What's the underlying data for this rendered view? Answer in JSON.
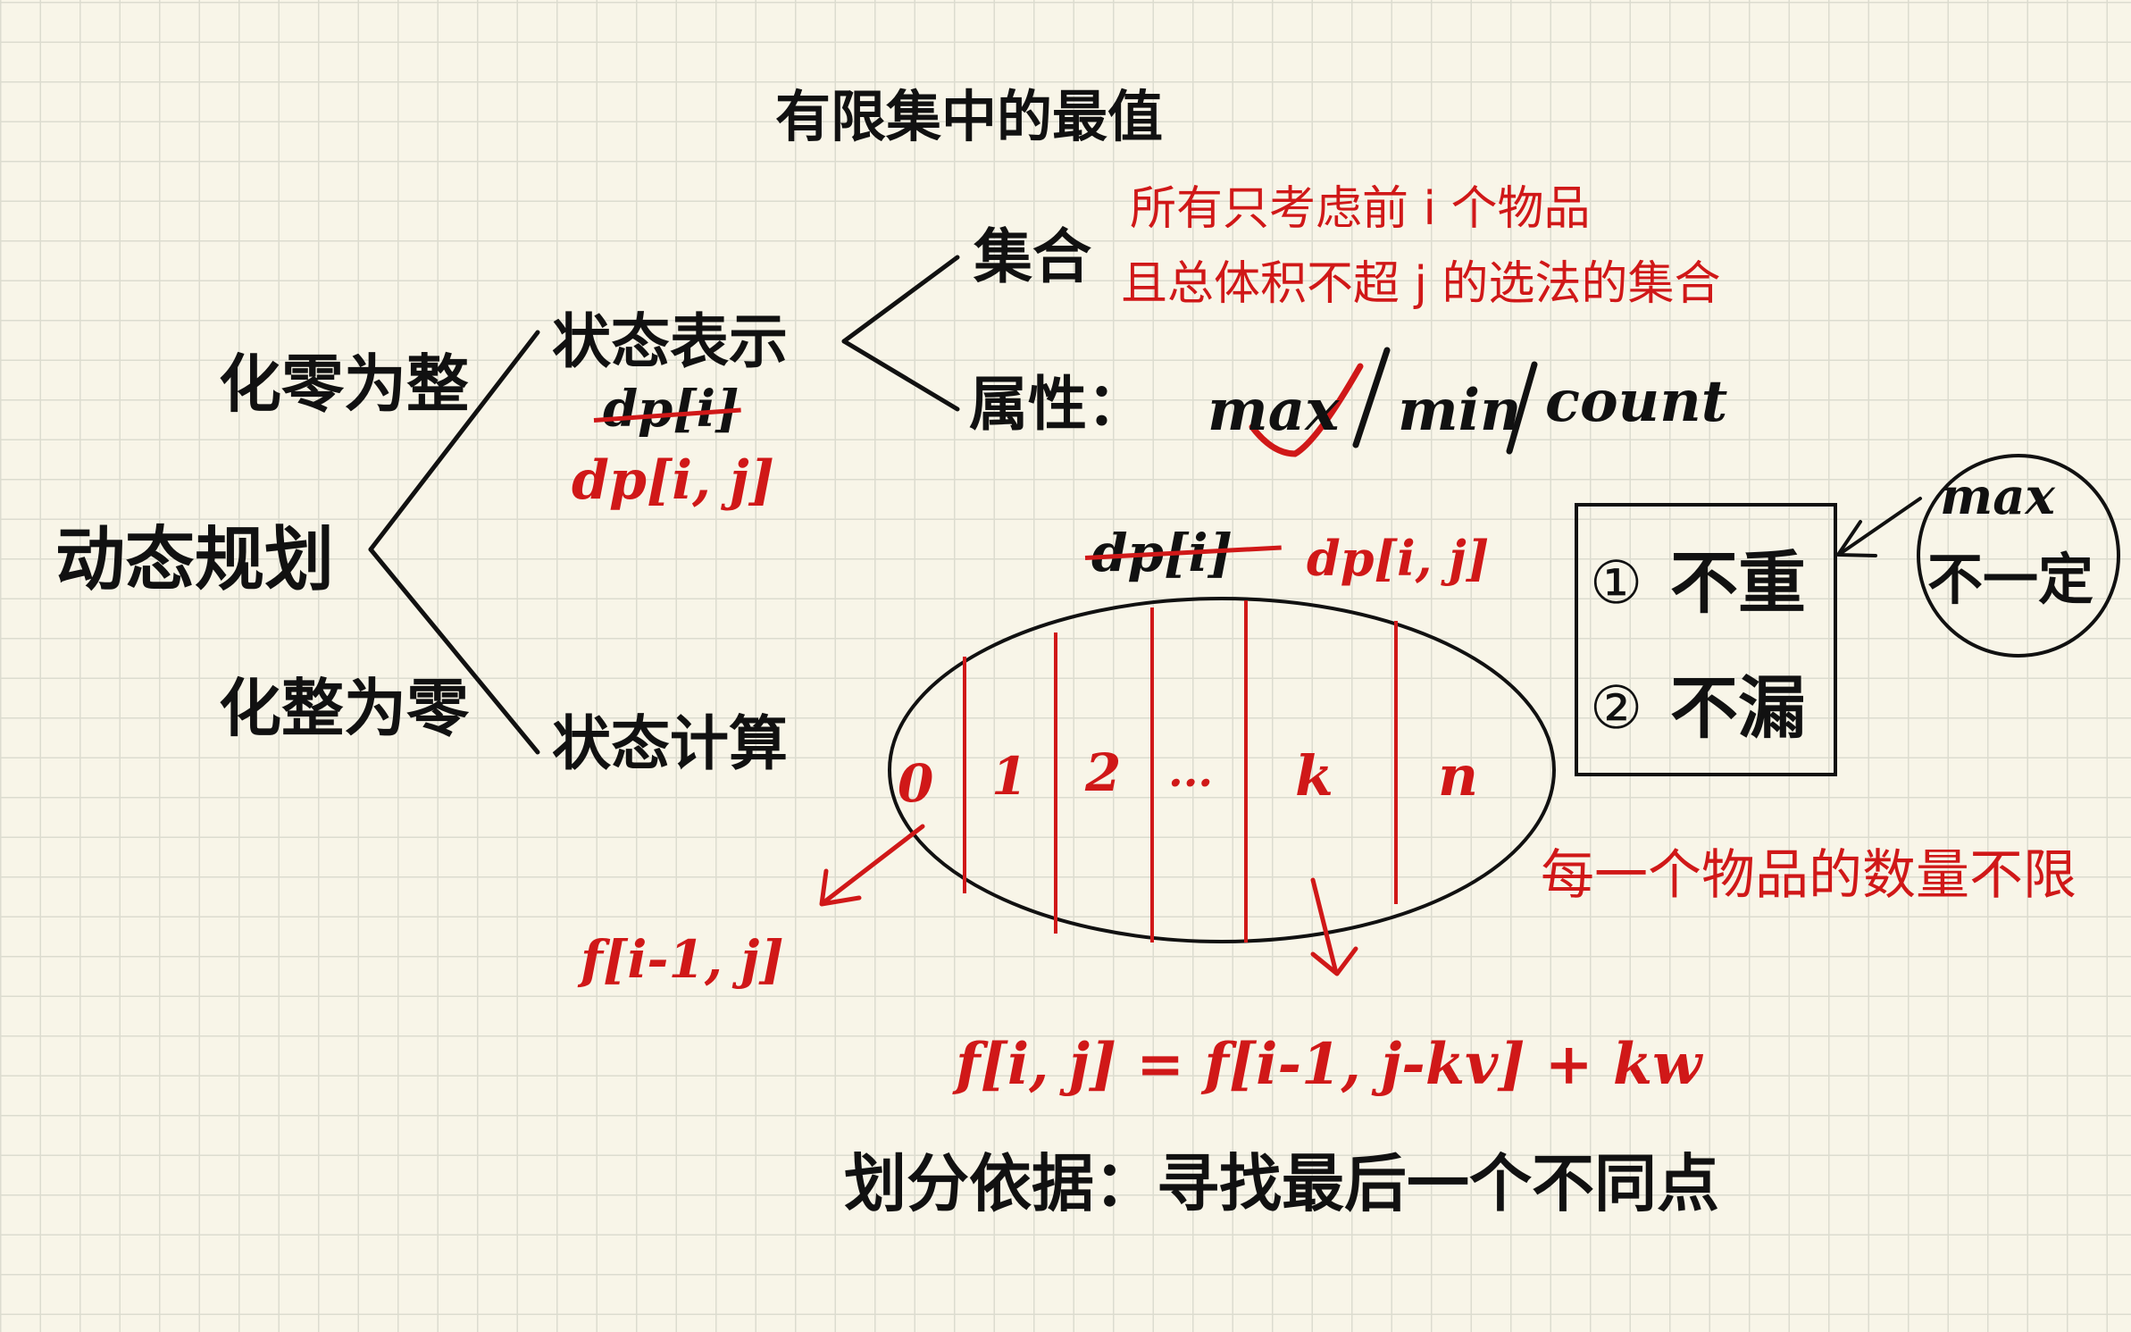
{
  "title": "有限集中的最值",
  "root": "动态规划",
  "left_labels": {
    "top": "化零为整",
    "bottom": "化整为零"
  },
  "branches": {
    "state_repr": "状态表示",
    "state_calc": "状态计算"
  },
  "dp_old": "dp[i]",
  "dp_new": "dp[i, j]",
  "set_node": {
    "label": "集合",
    "desc_line1": "所有只考虑前 i 个物品",
    "desc_line2": "且总体积不超 j 的选法的集合"
  },
  "attr_node": {
    "label": "属性：",
    "options": [
      "max",
      "/",
      "min",
      "/",
      "count"
    ]
  },
  "ellipse": {
    "dp_old": "dp[i]",
    "dp_new": "dp[i, j]",
    "segments": [
      "0",
      "1",
      "2",
      "...",
      "k",
      "n"
    ],
    "note": "每一个物品的数量不限",
    "left_result": "f[i-1, j]",
    "formula": "f[i, j] = f[i-1, j-kv] + kw"
  },
  "rules_box": {
    "item1_num": "①",
    "item1": "不重",
    "item2_num": "②",
    "item2": "不漏"
  },
  "circle_note": {
    "line1": "max",
    "line2": "不一定"
  },
  "bottom_text": "划分依据：寻找最后一个不同点",
  "colors": {
    "ink": "#111111",
    "red": "#d01818",
    "paper": "#f8f5e8",
    "grid": "#dcdccf"
  }
}
